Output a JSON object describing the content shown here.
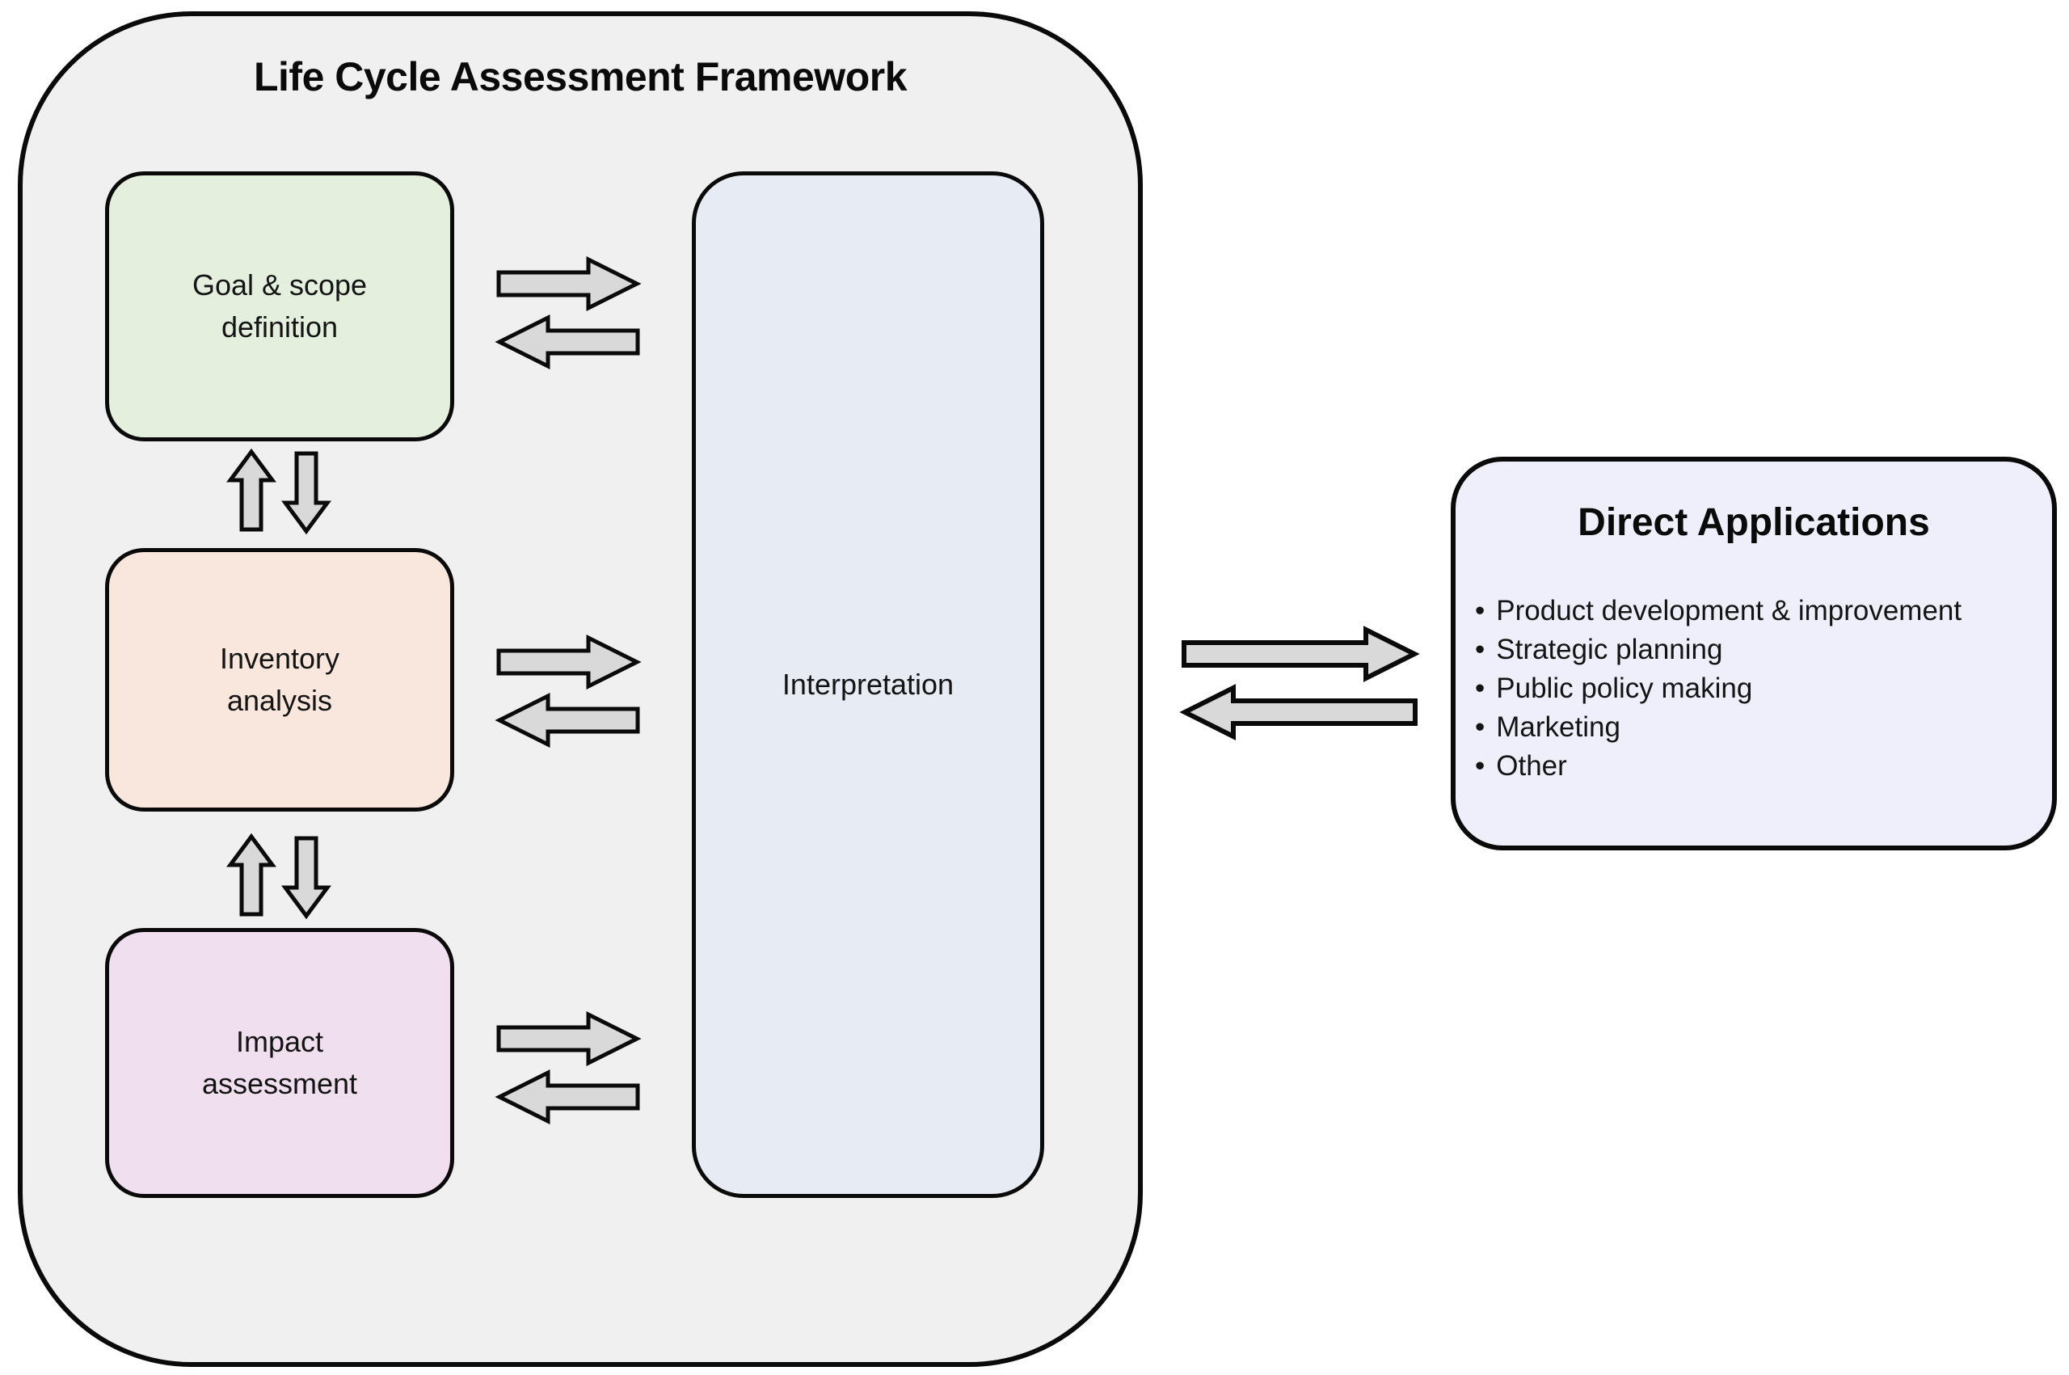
{
  "framework": {
    "title": "Life Cycle Assessment Framework",
    "goal_label": "Goal & scope\ndefinition",
    "inventory_label": "Inventory\nanalysis",
    "impact_label": "Impact\nassessment",
    "interpretation_label": "Interpretation"
  },
  "direct_applications": {
    "title": "Direct Applications",
    "bullet_char": "•",
    "items": [
      "Product development & improvement",
      "Strategic planning",
      "Public policy making",
      "Marketing",
      "Other"
    ]
  },
  "colors": {
    "framework_bg": "#f0f0f1",
    "goal_bg": "#e4efdd",
    "inventory_bg": "#f9e7dd",
    "impact_bg": "#f0dfee",
    "interpretation_bg": "#e7ecf4",
    "direct_applications_bg": "#efeffb",
    "arrow_fill": "#d9d9d9",
    "outline": "#0a0a0a"
  }
}
